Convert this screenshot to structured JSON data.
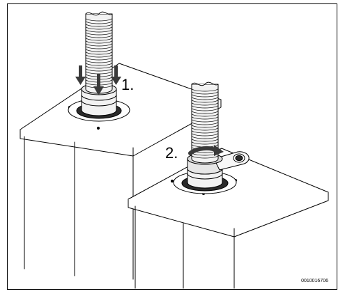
{
  "figure": {
    "step_1_label": "1.",
    "step_2_label": "2.",
    "figure_code": "0010016706"
  },
  "colors": {
    "line": "#000000",
    "pipe_fill": "#f2f2f2",
    "ring_shade": "#cfcfcf",
    "dark_collar": "#2b2b2b",
    "background": "#ffffff"
  },
  "icons": {
    "push_down": "arrow-down-icon",
    "rotate": "curved-arrow-icon"
  }
}
